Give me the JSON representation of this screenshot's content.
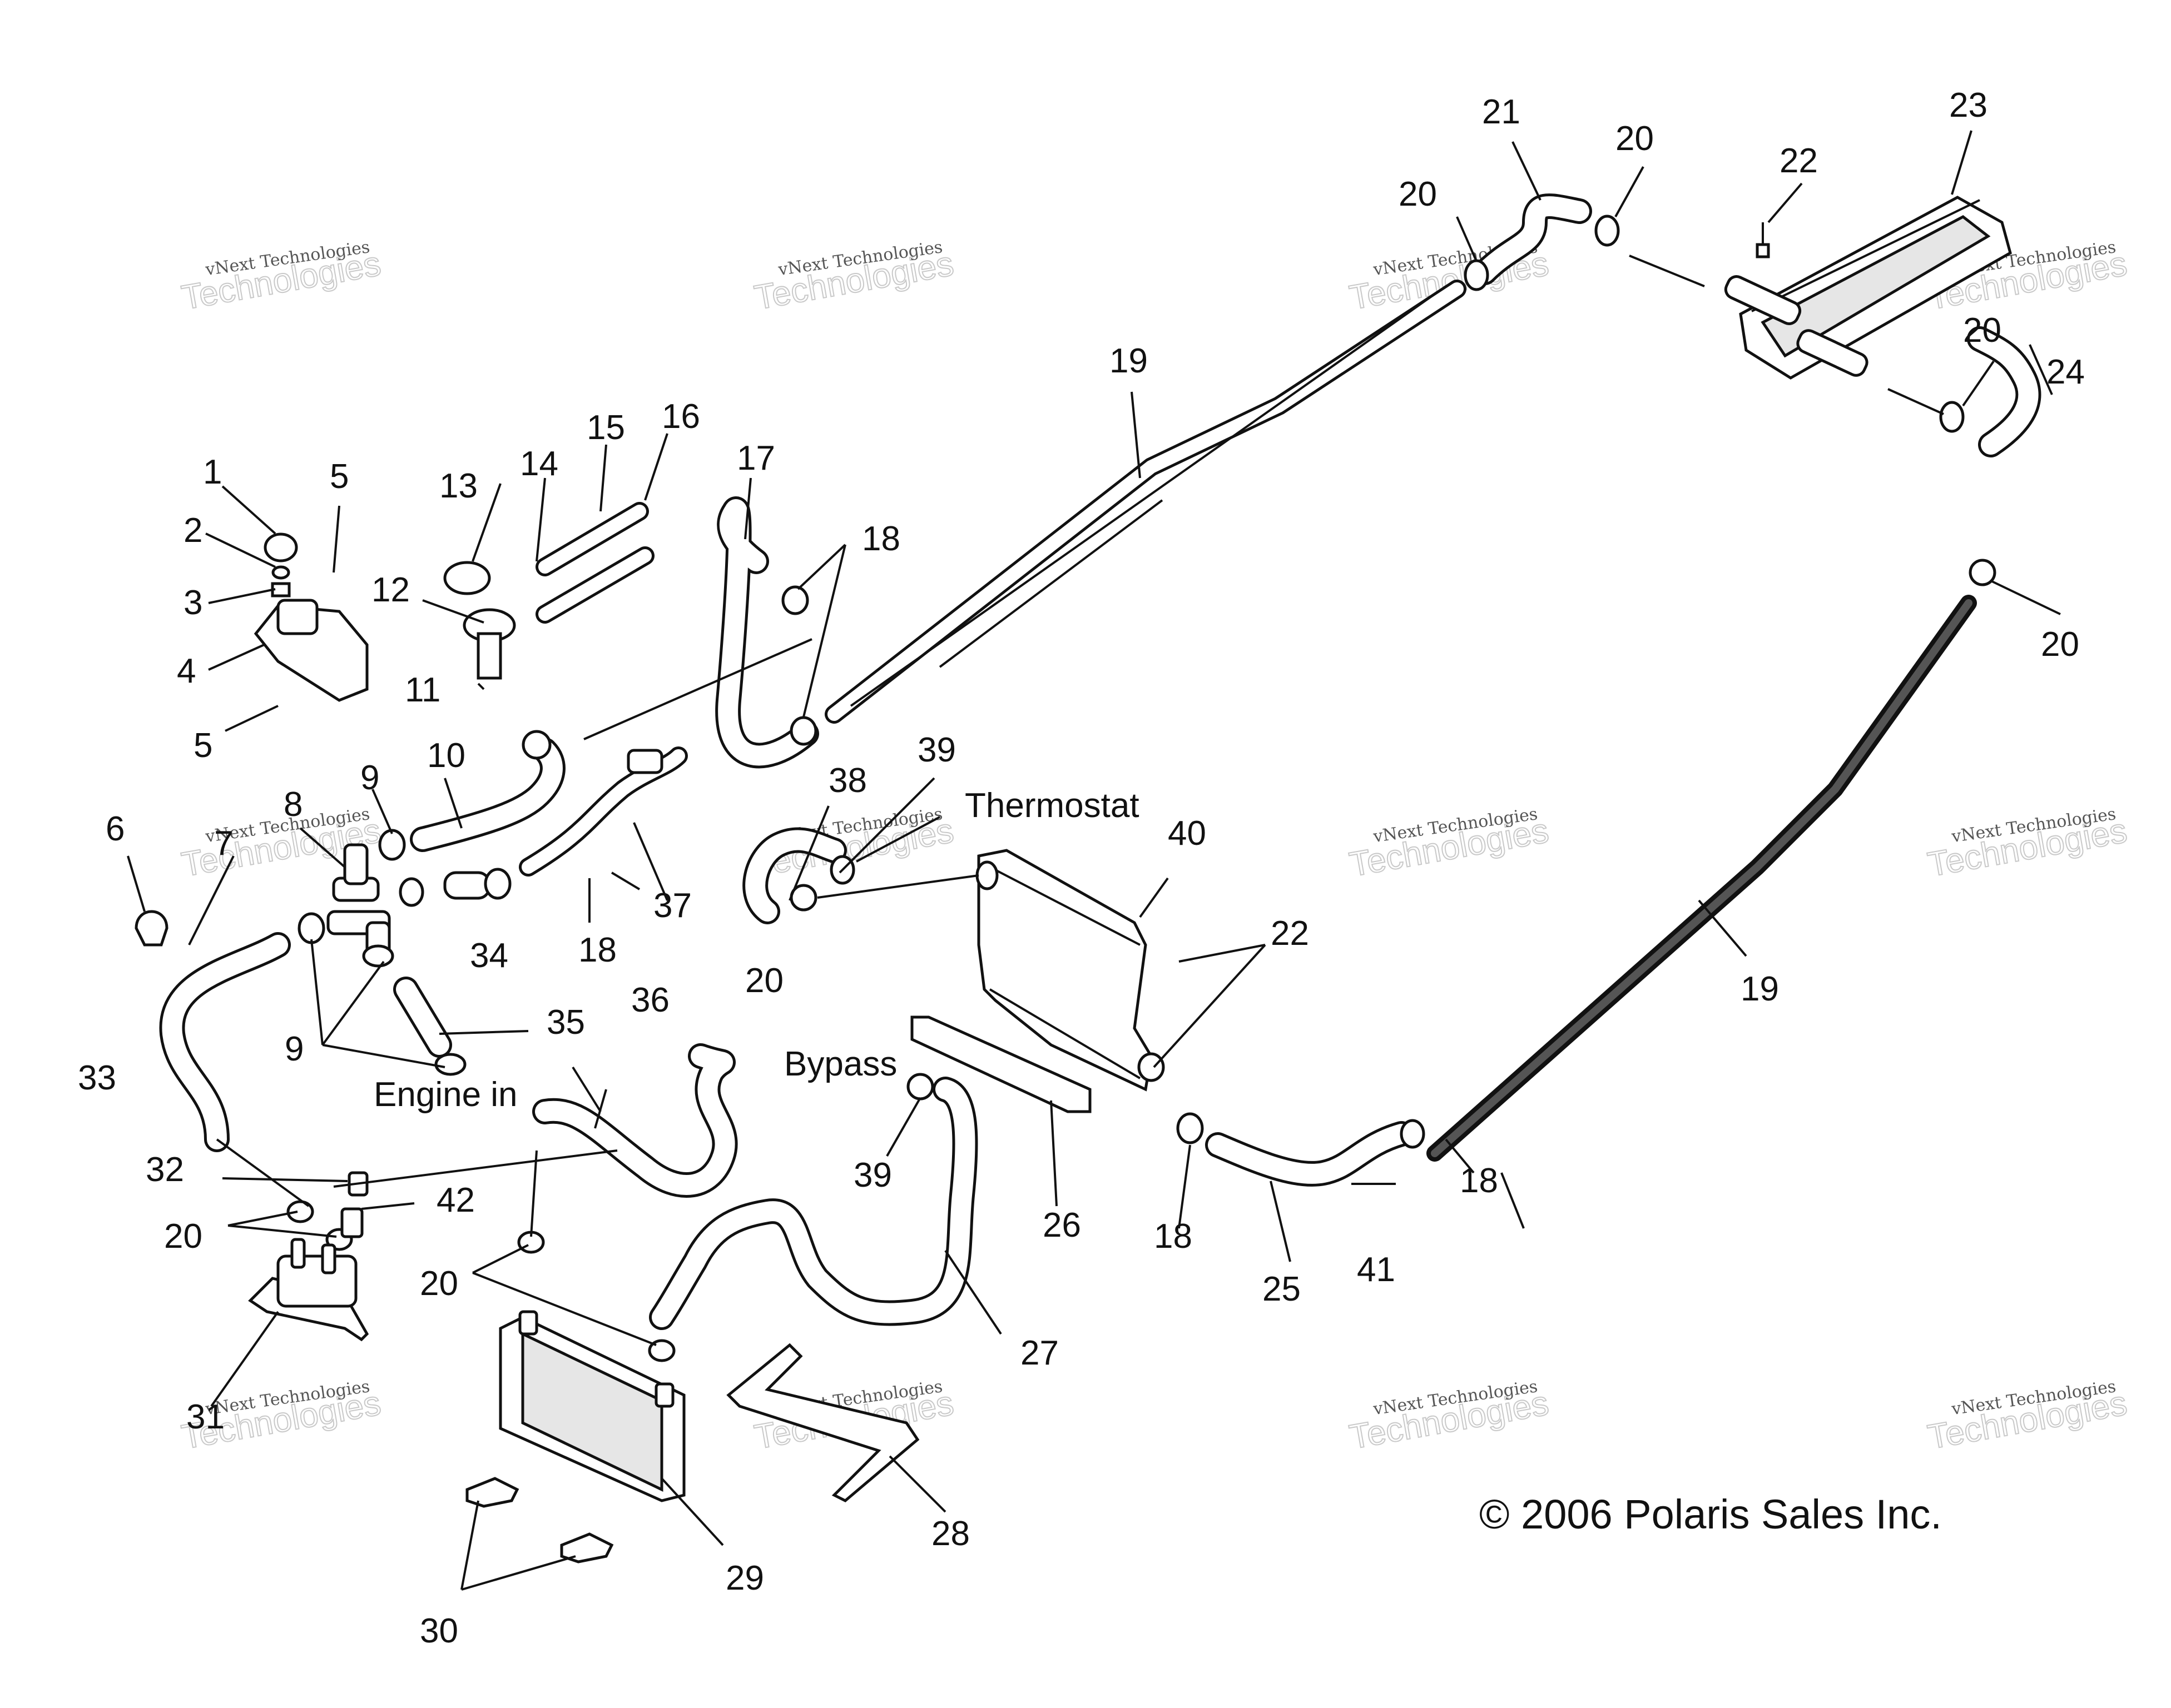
{
  "labels": {
    "thermostat": "Thermostat",
    "bypass": "Bypass",
    "engine_in": "Engine in"
  },
  "copyright": "© 2006 Polaris Sales Inc.",
  "watermark": {
    "company": "vNext Technologies",
    "word": "Technologies"
  },
  "callouts": [
    "1",
    "2",
    "3",
    "4",
    "5",
    "5",
    "6",
    "7",
    "8",
    "9",
    "9",
    "9",
    "10",
    "11",
    "12",
    "13",
    "14",
    "15",
    "16",
    "17",
    "18",
    "18",
    "18",
    "18",
    "19",
    "19",
    "20",
    "20",
    "20",
    "20",
    "20",
    "20",
    "20",
    "20",
    "21",
    "22",
    "22",
    "23",
    "24",
    "25",
    "26",
    "27",
    "28",
    "29",
    "30",
    "31",
    "32",
    "33",
    "34",
    "35",
    "36",
    "37",
    "38",
    "39",
    "39",
    "40",
    "41",
    "42"
  ]
}
